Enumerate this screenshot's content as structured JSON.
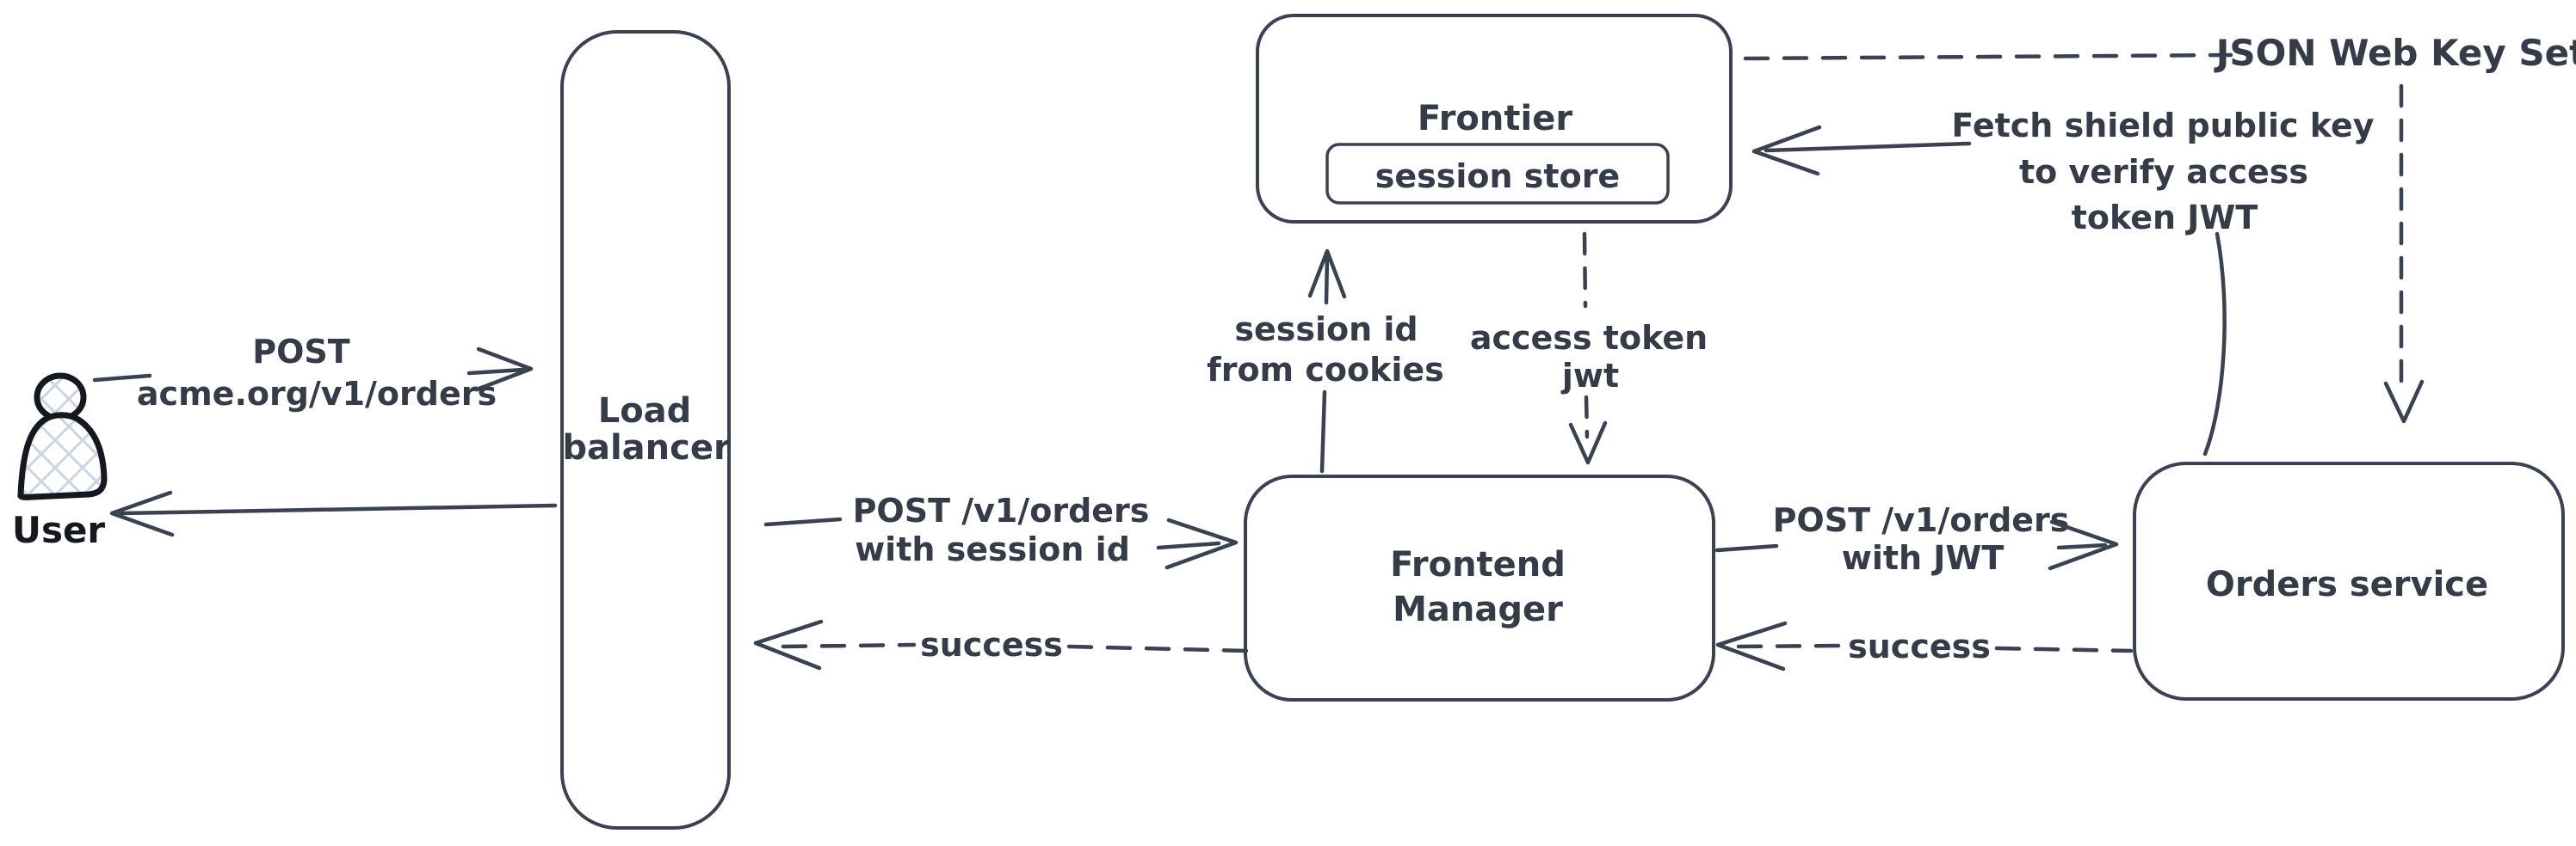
{
  "nodes": {
    "user": {
      "label": "User"
    },
    "load_balancer": {
      "label_line1": "Load",
      "label_line2": "balancer"
    },
    "frontier": {
      "label": "Frontier",
      "session_store": {
        "label": "session store"
      }
    },
    "frontend_manager": {
      "label_line1": "Frontend",
      "label_line2": "Manager"
    },
    "orders_service": {
      "label": "Orders service"
    },
    "jwks": {
      "label": "JSON Web Key Set"
    }
  },
  "edges": {
    "user_to_lb": {
      "label_line1": "POST",
      "label_line2": "acme.org/v1/orders"
    },
    "lb_to_user": {},
    "lb_to_fm": {
      "label_line1": "POST /v1/orders",
      "label_line2": "with session id"
    },
    "fm_to_lb": {
      "label": "success"
    },
    "fm_to_frontier": {
      "label_line1": "session id",
      "label_line2": "from cookies"
    },
    "frontier_to_fm": {
      "label_line1": "access token",
      "label_line2": "jwt"
    },
    "fm_to_orders": {
      "label_line1": "POST /v1/orders",
      "label_line2": "with JWT"
    },
    "orders_to_fm": {
      "label": "success"
    },
    "orders_to_frontier": {
      "label_line1": "Fetch shield public key",
      "label_line2": "to verify access",
      "label_line3": "token JWT"
    },
    "frontier_to_jwks": {},
    "jwks_to_orders": {}
  },
  "colors": {
    "background": "#ffffff",
    "stroke": "#3a4150",
    "text": "#353b47",
    "user_stroke": "#15181e",
    "crosshatch": "#ccd5e0"
  }
}
